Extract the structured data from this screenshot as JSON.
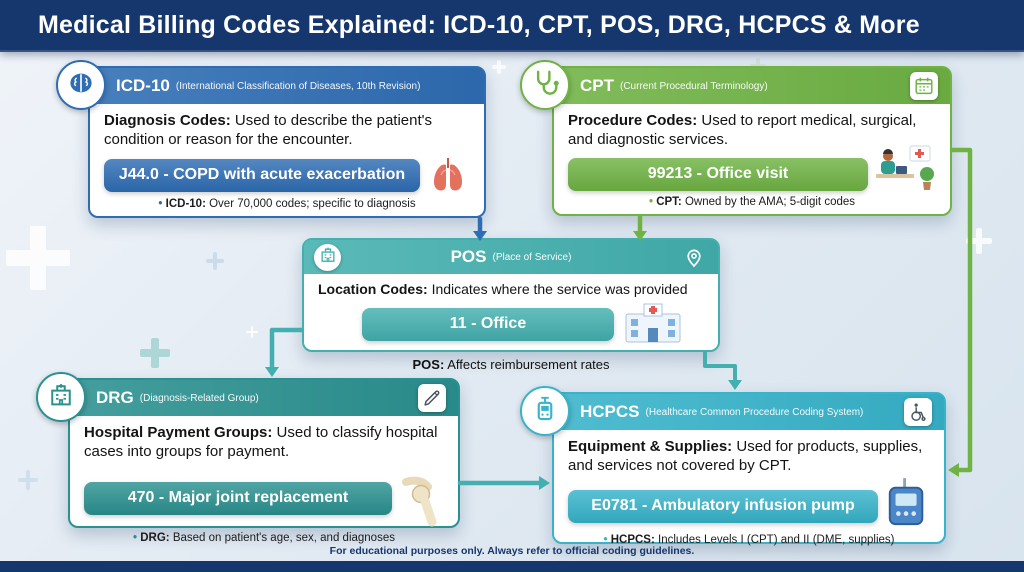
{
  "page": {
    "title": "Medical Billing Codes Explained: ICD-10, CPT, POS, DRG, HCPCS & More",
    "footer": "For educational purposes only. Always refer to official coding guidelines."
  },
  "colors": {
    "navy": "#16366e",
    "icd": "#2e6db4",
    "cpt": "#6fb344",
    "pos": "#43b0af",
    "drg": "#2a9190",
    "hcpcs": "#37b3ca"
  },
  "cards": {
    "icd10": {
      "title": "ICD-10",
      "subtitle": "(International Classification of Diseases, 10th Revision)",
      "lead": "Diagnosis Codes:",
      "description": "Used to describe the patient's condition or reason for the encounter.",
      "code": "J44.0 - COPD with acute exacerbation",
      "bullet": "•",
      "note_lead": "ICD-10:",
      "note": "Over 70,000 codes; specific to diagnosis"
    },
    "cpt": {
      "title": "CPT",
      "subtitle": "(Current Procedural Terminology)",
      "lead": "Procedure Codes:",
      "description": "Used to report medical, surgical, and diagnostic services.",
      "code": "99213 - Office visit",
      "bullet": "•",
      "note_lead": "CPT:",
      "note": "Owned by the AMA; 5-digit codes"
    },
    "pos": {
      "title": "POS",
      "subtitle": "(Place of Service)",
      "lead": "Location Codes:",
      "description": "Indicates where the service was provided",
      "code": "11 - Office"
    },
    "drg": {
      "title": "DRG",
      "subtitle": "(Diagnosis-Related Group)",
      "lead": "Hospital Payment Groups:",
      "description": "Used to classify hospital cases into groups for payment.",
      "code": "470 - Major joint replacement",
      "bullet": "•",
      "note_lead": "DRG:",
      "note": "Based on patient's age, sex, and diagnoses"
    },
    "hcpcs": {
      "title": "HCPCS",
      "subtitle": "(Healthcare Common Procedure Coding System)",
      "lead": "Equipment & Supplies:",
      "description": "Used for products, supplies, and services not covered by CPT.",
      "code": "E0781 - Ambulatory infusion pump",
      "bullet": "•",
      "note_lead": "HCPCS:",
      "note": "Includes Levels I (CPT) and II (DME, supplies)"
    }
  },
  "pos_note": {
    "lead": "POS:",
    "text": "Affects reimbursement rates"
  }
}
